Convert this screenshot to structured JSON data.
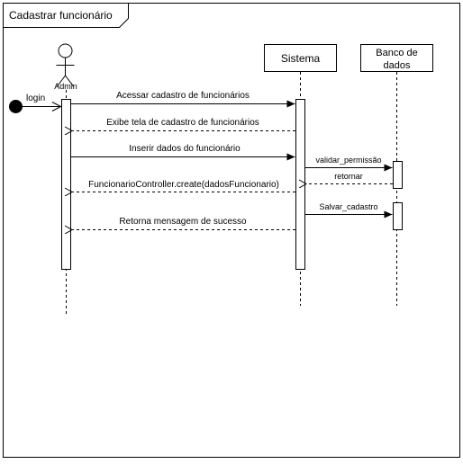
{
  "frame": {
    "title": "Cadastrar funcionário"
  },
  "participants": {
    "admin": {
      "label": "Admin"
    },
    "sistema": {
      "label": "Sistema"
    },
    "banco": {
      "line1": "Banco de",
      "line2": "dados"
    }
  },
  "messages": {
    "login": "login",
    "acessar": "Acessar cadastro de funcionários",
    "exibe": "Exibe tela de cadastro de funcionários",
    "inserir": "Inserir dados do funcionário",
    "validar": "validar_permissão",
    "retornar": "retornar",
    "create": "FuncionarioController.create(dadosFuncionario)",
    "salvar": "Salvar_cadastro",
    "retorna_msg": "Retorna mensagem de sucesso"
  },
  "colors": {
    "stroke": "#000000",
    "background": "#ffffff"
  }
}
